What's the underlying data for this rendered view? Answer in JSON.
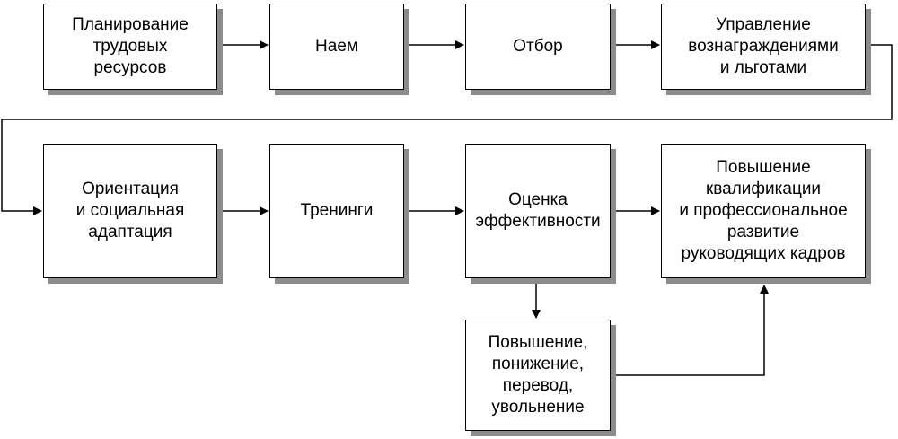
{
  "boxes": {
    "planning": "Планирование\nтрудовых\nресурсов",
    "hiring": "Наем",
    "selection": "Отбор",
    "rewards": "Управление\nвознаграждениями\nи льготами",
    "orientation": "Ориентация\nи социальная\nадаптация",
    "training": "Тренинги",
    "evaluation": "Оценка\nэффективности",
    "development": "Повышение\nквалификации\nи профессиональное\nразвитие\nруководящих кадров",
    "personnel_moves": "Повышение,\nпонижение,\nперевод,\nувольнение"
  },
  "colors": {
    "stroke": "#000000",
    "shadow": "#8c8c8c",
    "fill": "#ffffff"
  }
}
